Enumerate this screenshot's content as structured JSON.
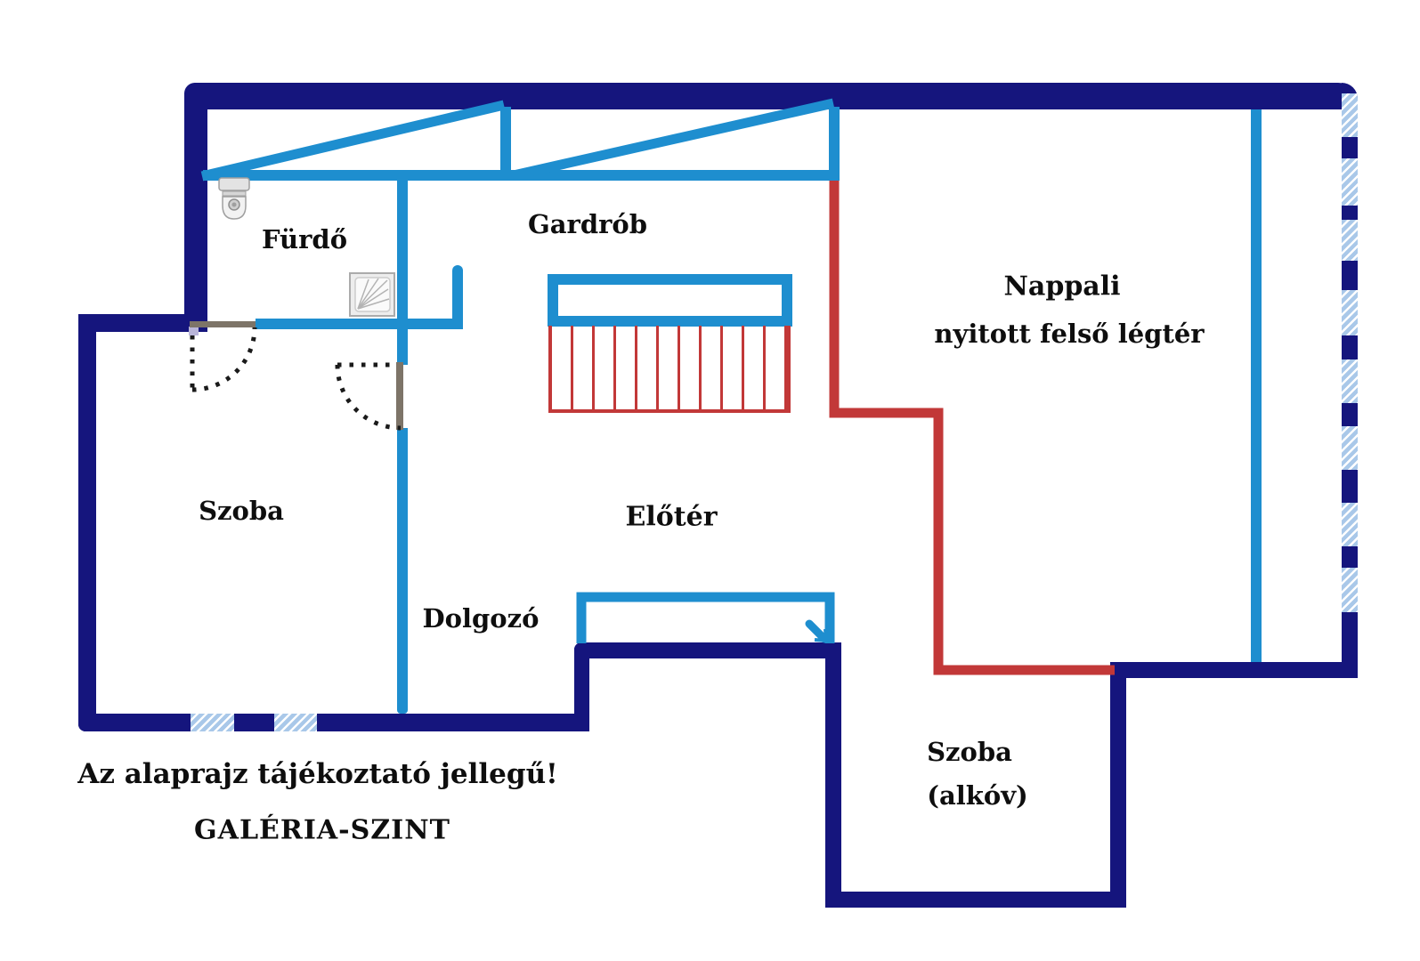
{
  "plan": {
    "rooms": [
      {
        "id": "furdo",
        "label": "Fürdő"
      },
      {
        "id": "gardrob",
        "label": "Gardrób"
      },
      {
        "id": "nappali",
        "label": "Nappali",
        "sublabel": "nyitott felső légtér"
      },
      {
        "id": "szoba",
        "label": "Szoba"
      },
      {
        "id": "eloter",
        "label": "Előtér"
      },
      {
        "id": "dolgozo",
        "label": "Dolgozó"
      },
      {
        "id": "szoba_alkov",
        "label": "Szoba",
        "sublabel": "(alkóv)"
      }
    ],
    "disclaimer": "Az alaprajz tájékoztató jellegű!",
    "level_title": "GALÉRIA-SZINT"
  },
  "icons": {
    "toilet": "toilet-icon",
    "shower": "shower-tray-icon",
    "stairs": "stairs-hatch",
    "stairs_arrow": "stairs-down-arrow-icon",
    "door_swing": "door-swing-arc"
  },
  "colors": {
    "outer_wall": "#15157d",
    "inner_wall": "#1e8ecf",
    "railing": "#c23838",
    "window_fill": "#a9c8e9",
    "window_stripe": "#ffffff",
    "door_leaf": "#7d7468",
    "door_pivot": "#b9b5d9",
    "fixture_fill": "#f2f2f2",
    "fixture_stroke": "#a0a0a0",
    "text": "#0e0e0e",
    "bg": "#ffffff"
  }
}
